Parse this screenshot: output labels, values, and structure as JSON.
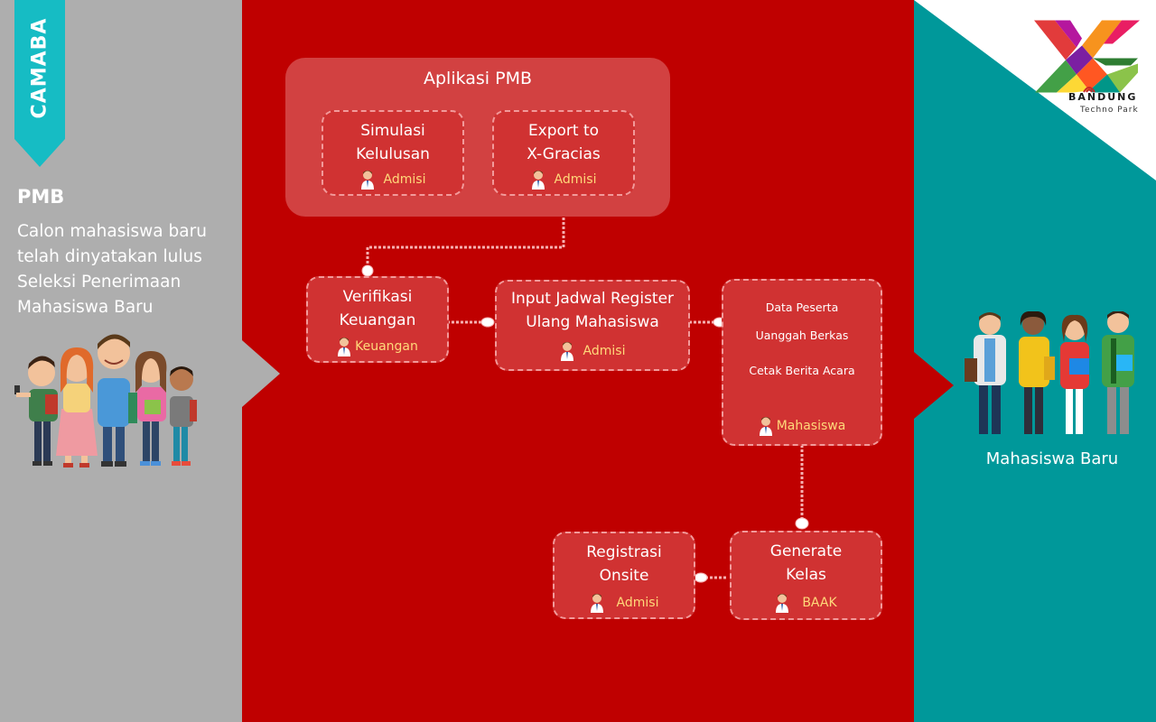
{
  "sidebar": {
    "tag": "CAMABA",
    "title": "PMB",
    "description_lines": [
      "Calon mahasiswa baru",
      "telah dinyatakan lulus",
      "Seleksi Penerimaan",
      "Mahasiswa Baru"
    ]
  },
  "flow": {
    "group_title": "Aplikasi PMB",
    "simulasi": {
      "title_lines": [
        "Simulasi",
        "Kelulusan"
      ],
      "role": "Admisi"
    },
    "export": {
      "title_lines": [
        "Export to",
        "X-Gracias"
      ],
      "role": "Admisi"
    },
    "verifikasi": {
      "title_lines": [
        "Verifikasi",
        "Keuangan"
      ],
      "role": "Keuangan"
    },
    "input_jadwal": {
      "title_lines": [
        "Input Jadwal Register",
        "Ulang Mahasiswa"
      ],
      "role": "Admisi"
    },
    "data_peserta": {
      "items": [
        "Data Peserta",
        "Uanggah Berkas",
        "Cetak Berita Acara"
      ],
      "role": "Mahasiswa"
    },
    "generate": {
      "title_lines": [
        "Generate",
        "Kelas"
      ],
      "role": "BAAK"
    },
    "registrasi": {
      "title_lines": [
        "Registrasi",
        "Onsite"
      ],
      "role": "Admisi"
    }
  },
  "result": {
    "caption": "Mahasiswa Baru"
  },
  "logo": {
    "line1": "BANDUNG",
    "line2": "Techno Park"
  },
  "colors": {
    "red_panel": "#bf0000",
    "grey_panel": "#aeaeae",
    "teal": "#00989a",
    "ribbon": "#16bcc4",
    "role_text": "#ffd97a"
  }
}
